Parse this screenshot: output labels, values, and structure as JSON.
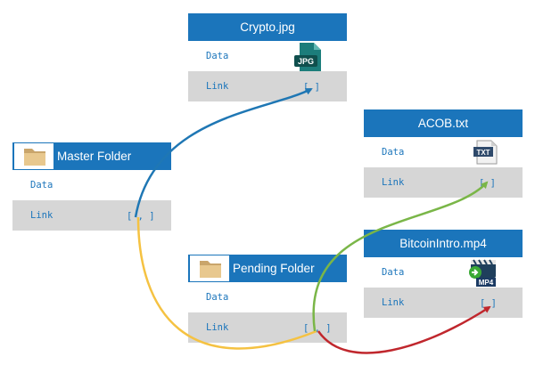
{
  "nodes": {
    "crypto": {
      "title": "Crypto.jpg",
      "data_label": "Data",
      "link_label": "Link",
      "link_value": "[ ]",
      "icon": "jpg-file-icon",
      "icon_text": "JPG"
    },
    "master": {
      "title": "Master Folder",
      "data_label": "Data",
      "link_label": "Link",
      "link_value": "[ , ]",
      "icon": "folder-icon"
    },
    "acob": {
      "title": "ACOB.txt",
      "data_label": "Data",
      "link_label": "Link",
      "link_value": "[ ]",
      "icon": "txt-file-icon",
      "icon_text": "TXT"
    },
    "pending": {
      "title": "Pending Folder",
      "data_label": "Data",
      "link_label": "Link",
      "link_value": "[ , ]",
      "icon": "folder-icon"
    },
    "bitcoin": {
      "title": "BitcoinIntro.mp4",
      "data_label": "Data",
      "link_label": "Link",
      "link_value": "[ ]",
      "icon": "mp4-video-icon",
      "icon_text": "MP4"
    }
  },
  "edges": [
    {
      "from": "master",
      "to": "crypto",
      "color": "#1f77b4"
    },
    {
      "from": "master",
      "to": "pending",
      "color": "#f5c242"
    },
    {
      "from": "pending",
      "to": "acob",
      "color": "#7ab648"
    },
    {
      "from": "pending",
      "to": "bitcoin",
      "color": "#c0272d"
    }
  ]
}
